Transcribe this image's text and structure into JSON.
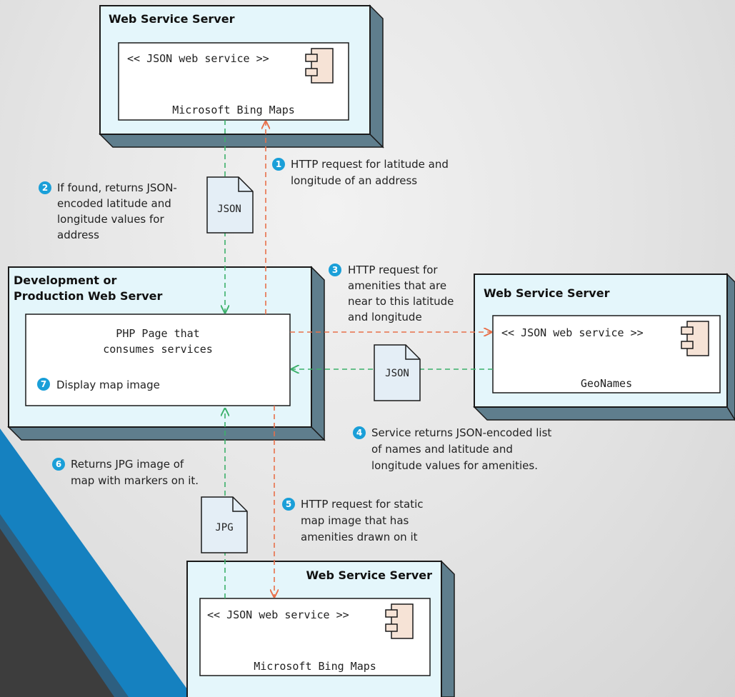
{
  "colors": {
    "box_face": "#e4f6fb",
    "box_side": "#5f7e8d",
    "box_border": "#1a1a1a",
    "inner_fill": "#ffffff",
    "component_fill": "#f6e3d6",
    "arrow_green": "#3bb06a",
    "arrow_orange": "#e8704a",
    "badge": "#1a9fd8",
    "doc_fill": "#e4eef6",
    "accent_blue": "#1581c0",
    "accent_dark": "#3d3d3d"
  },
  "servers": {
    "bing_top": {
      "title": "Web Service Server",
      "stereotype": "<< JSON web service >>",
      "name": "Microsoft Bing Maps"
    },
    "geonames": {
      "title": "Web Service Server",
      "stereotype": "<< JSON web service >>",
      "name": "GeoNames"
    },
    "bing_bottom": {
      "title": "Web Service Server",
      "stereotype": "<< JSON web service >>",
      "name": "Microsoft Bing Maps"
    },
    "dev": {
      "title_line1": "Development or",
      "title_line2": "Production Web Server",
      "page_line1": "PHP Page that",
      "page_line2": "consumes services"
    }
  },
  "documents": {
    "json1": "JSON",
    "json2": "JSON",
    "jpg": "JPG"
  },
  "steps": [
    {
      "num": "1",
      "lines": [
        "HTTP request for latitude and",
        "longitude of an address"
      ]
    },
    {
      "num": "2",
      "lines": [
        "If found, returns JSON-",
        "encoded latitude and",
        "longitude values for",
        "address"
      ]
    },
    {
      "num": "3",
      "lines": [
        "HTTP request for",
        "amenities that are",
        "near to this latitude",
        "and longitude"
      ]
    },
    {
      "num": "4",
      "lines": [
        "Service returns JSON-encoded list",
        "of names and latitude and",
        "longitude values for amenities."
      ]
    },
    {
      "num": "5",
      "lines": [
        "HTTP request for static",
        "map image that has",
        "amenities drawn on it"
      ]
    },
    {
      "num": "6",
      "lines": [
        "Returns JPG image of",
        "map with markers on it."
      ]
    },
    {
      "num": "7",
      "lines": [
        "Display map image"
      ]
    }
  ]
}
